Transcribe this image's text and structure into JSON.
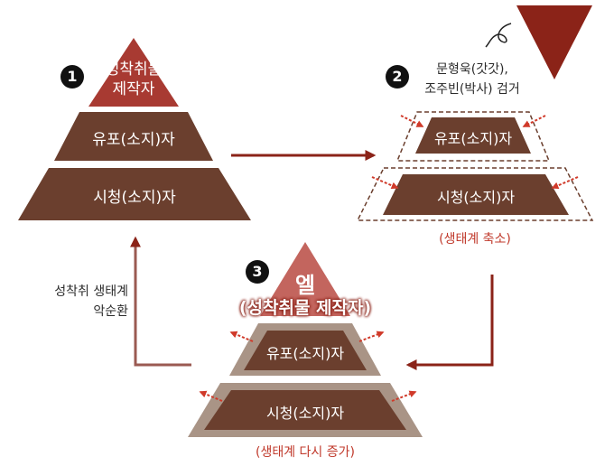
{
  "stage1": {
    "badge": "1",
    "apex_label_line1": "성착취물",
    "apex_label_line2": "제작자",
    "middle_label": "유포(소지)자",
    "bottom_label": "시청(소지)자"
  },
  "stage2": {
    "badge": "2",
    "note_line1": "문형욱(갓갓),",
    "note_line2": "조주빈(박사) 검거",
    "middle_label": "유포(소지)자",
    "bottom_label": "시청(소지)자",
    "caption": "(생태계 축소)"
  },
  "stage3": {
    "badge": "3",
    "apex_label_line1": "엘",
    "apex_label_line2": "(성착취물 제작자)",
    "middle_label": "유포(소지)자",
    "bottom_label": "시청(소지)자",
    "caption": "(생태계 다시 증가)"
  },
  "cycle_note": {
    "line1": "성착취 생태계",
    "line2": "악순환"
  },
  "colors": {
    "apex_red": "#a83a32",
    "tier_brown": "#6b3f2e",
    "dark_red": "#8b2318",
    "halo_tan": "#a99486",
    "arrow_red": "#d03a2a",
    "caption_red": "#c0392b"
  }
}
